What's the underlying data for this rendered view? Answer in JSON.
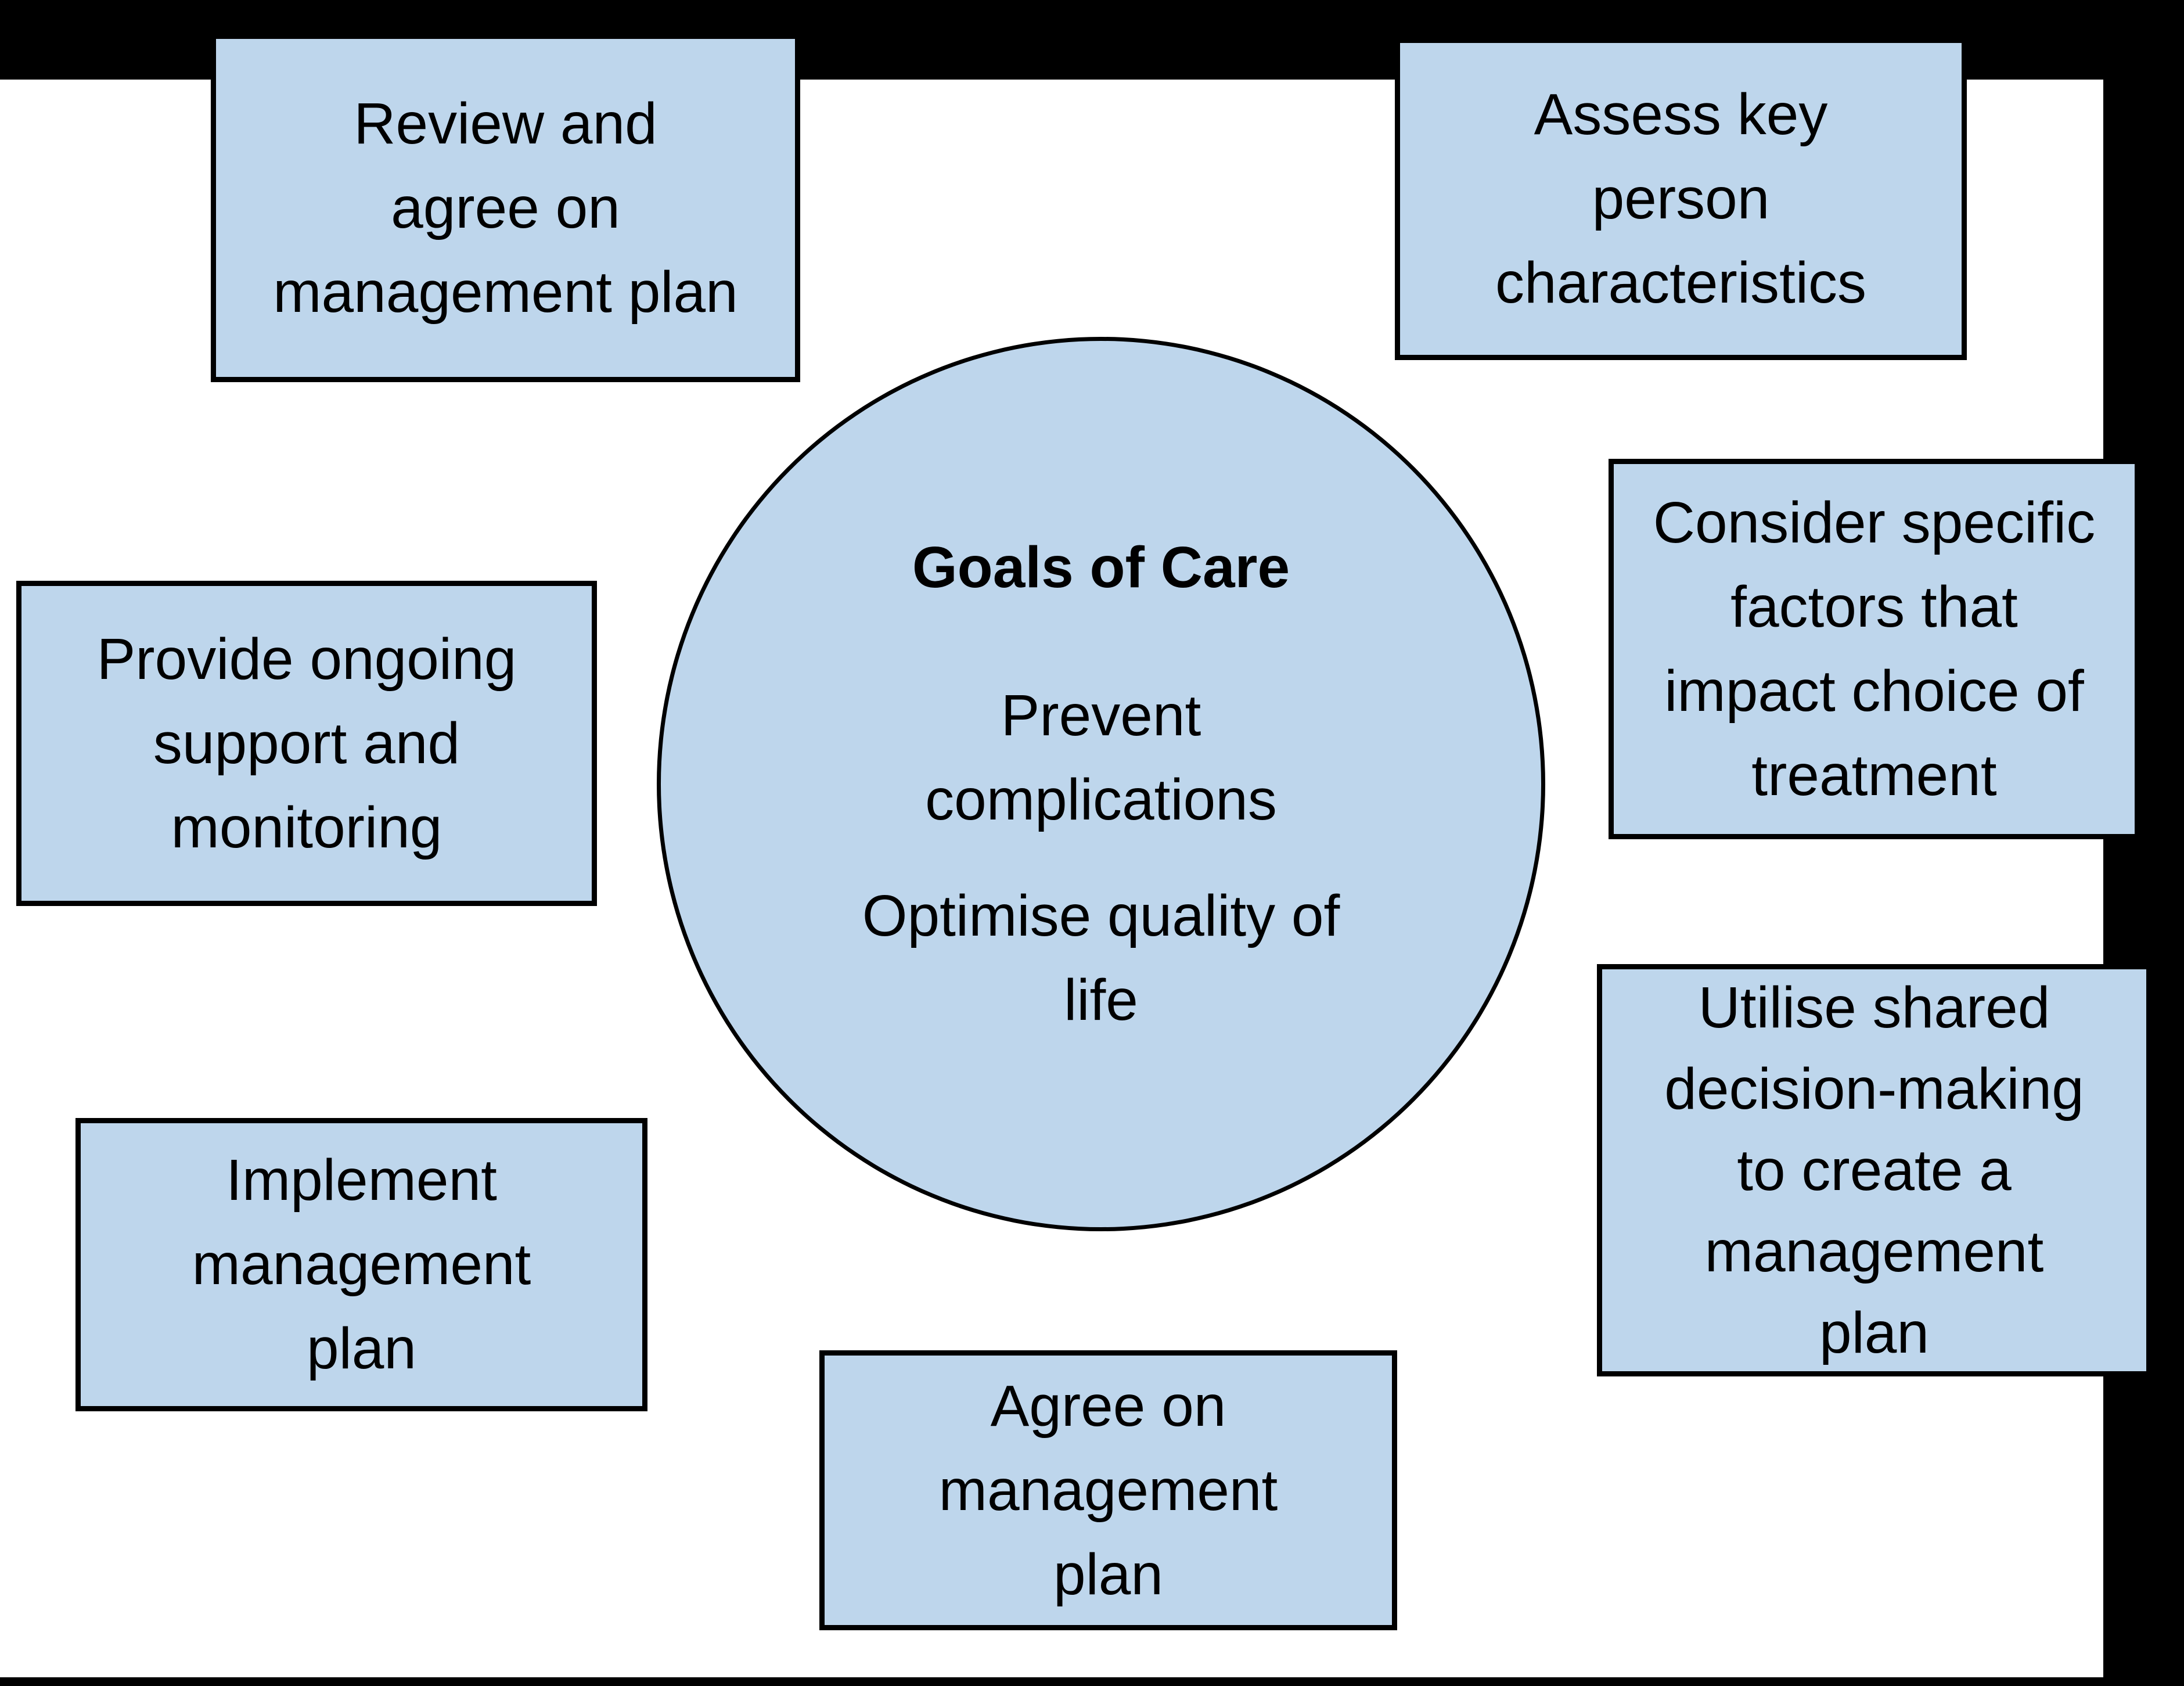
{
  "palette": {
    "background": "#ffffff",
    "frame": "#000000",
    "box_fill": "#BED6EC",
    "box_border": "#000000",
    "text": "#000000"
  },
  "diagram": {
    "center": {
      "title": "Goals of Care",
      "goal1": "Prevent\ncomplications",
      "goal2": "Optimise quality of\nlife"
    },
    "boxes": {
      "review": "Review and\nagree on\nmanagement plan",
      "assess": "Assess key\nperson\ncharacteristics",
      "provide": "Provide ongoing\nsupport and\nmonitoring",
      "consider": "Consider specific\nfactors that\nimpact choice of\ntreatment",
      "implement": "Implement\nmanagement\nplan",
      "utilise": "Utilise shared\ndecision-making\nto create a\nmanagement\nplan",
      "agree": "Agree on\nmanagement\nplan"
    }
  }
}
